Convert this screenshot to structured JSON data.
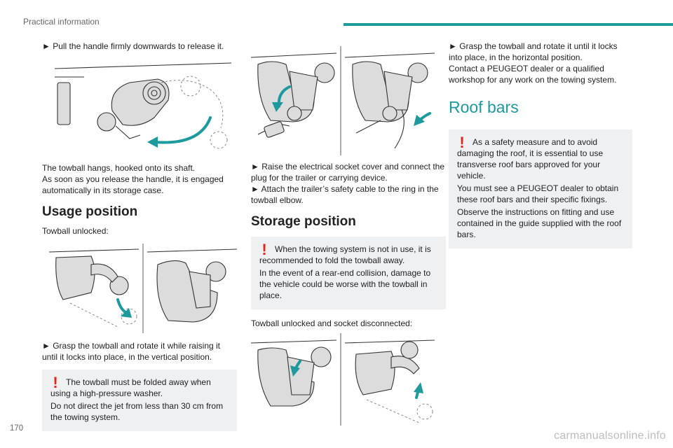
{
  "header": {
    "section_title": "Practical information"
  },
  "page_number": "170",
  "watermark": "carmanualsonline.info",
  "colors": {
    "accent": "#1d9a9e",
    "warning": "#e2231a",
    "panel": "#eef0f2"
  },
  "col1": {
    "step_release": "► Pull the handle firmly downwards to release it.",
    "hangs_text": "The towball hangs, hooked onto its shaft.",
    "release_text": "As soon as you release the handle, it is engaged automatically in its storage case.",
    "usage_heading": "Usage position",
    "towball_unlocked": "Towball unlocked:",
    "step_grasp_raise": "► Grasp the towball and rotate it while raising it until it locks into place, in the vertical position.",
    "warning": {
      "line1": "The towball must be folded away when using a high-pressure washer.",
      "line2": "Do not direct the jet from less than 30 cm from the towing system."
    }
  },
  "col2": {
    "step_raise_cover": "► Raise the electrical socket cover and connect the plug for the trailer or carrying device.",
    "step_attach_cable": "► Attach the trailer’s safety cable to the ring in the towball elbow.",
    "storage_heading": "Storage position",
    "warning": {
      "line1": "When the towing system is not in use, it is recommended to fold the towball away.",
      "line2": "In the event of a rear-end collision, damage to the vehicle could be worse with the towball in place."
    },
    "unlocked_disconnected": "Towball unlocked and socket disconnected:"
  },
  "col3": {
    "step_grasp_rotate": "► Grasp the towball and rotate it until it locks into place, in the horizontal position.",
    "contact_dealer": "Contact a PEUGEOT dealer or a qualified workshop for any work on the towing system.",
    "roof_heading": "Roof bars",
    "warning": {
      "line1": "As a safety measure and to avoid damaging the roof, it is essential to use transverse roof bars approved for your vehicle.",
      "line2": "You must see a PEUGEOT dealer to obtain these roof bars and their specific fixings.",
      "line3": "Observe the instructions on fitting and use contained in the guide supplied with the roof bars."
    }
  }
}
